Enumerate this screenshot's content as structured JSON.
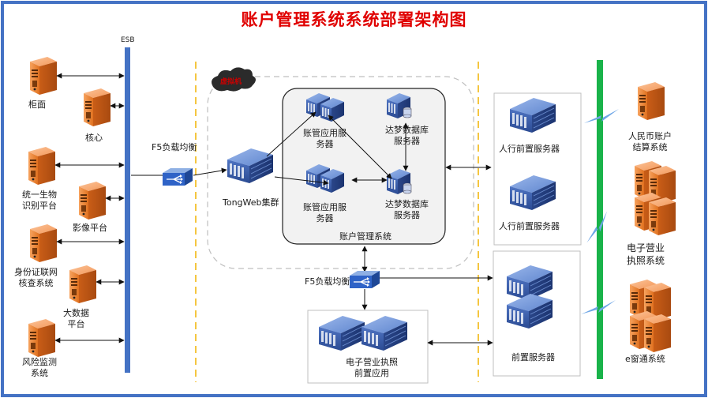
{
  "title": "账户管理系统系统部署架构图",
  "esb_label": "ESB",
  "virtual_machine_label": "虚拟机",
  "left_systems": [
    {
      "label": "柜面"
    },
    {
      "label": "核心"
    },
    {
      "label": "统一生物\n识别平台"
    },
    {
      "label": "影像平台"
    },
    {
      "label": "身份证联网\n核查系统"
    },
    {
      "label": "大数据\n平台"
    },
    {
      "label": "风险监测\n系统"
    }
  ],
  "f5_top_label": "F5负载均衡",
  "f5_bottom_label": "F5负载均衡",
  "tongweb_label": "TongWeb集群",
  "app_servers": [
    {
      "label": "账管应用服\n务器"
    },
    {
      "label": "账管应用服\n务器"
    }
  ],
  "db_servers": [
    {
      "label": "达梦数据库\n服务器"
    },
    {
      "label": "达梦数据库\n服务器"
    }
  ],
  "account_system_label": "账户管理系统",
  "pboc_front_servers": [
    {
      "label": "人行前置服务器"
    },
    {
      "label": "人行前置服务器"
    }
  ],
  "front_server_label": "前置服务器",
  "license_front_label": "电子营业执照\n前置应用",
  "right_systems": [
    {
      "label": "人民币账户\n结算系统"
    },
    {
      "label": "电子营业\n执照系统"
    },
    {
      "label": "e窗通系统"
    }
  ],
  "colors": {
    "title": "#e00000",
    "frame_border": "#4472c4",
    "esb_bar": "#4472c4",
    "external_bar": "#19b34a",
    "orange_server": "#f08a3c",
    "blue_server": "#3a5ea8",
    "lightning": "#6ea6e6",
    "divider": "#f2b400"
  }
}
